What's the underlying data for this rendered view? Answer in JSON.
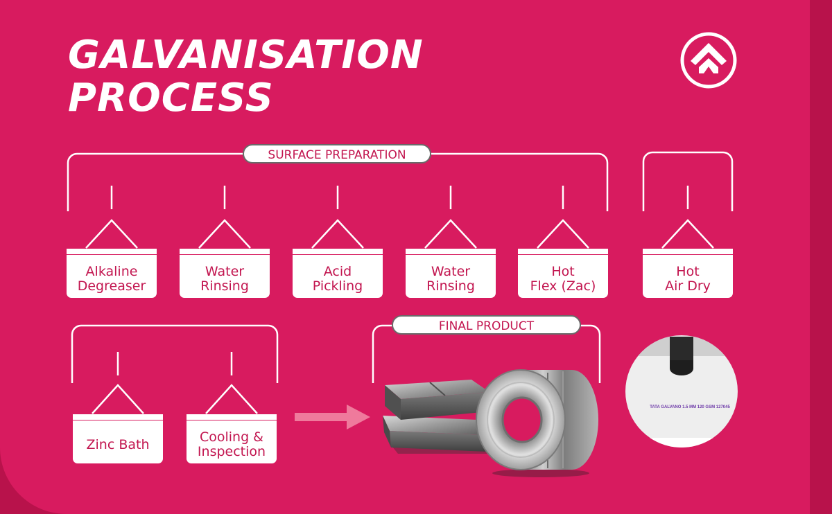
{
  "title": {
    "line1": "GALVANISATION",
    "line2": "PROCESS"
  },
  "groups": {
    "surface_preparation": "SURFACE PREPARATION",
    "final_product": "FINAL PRODUCT"
  },
  "steps": {
    "alkaline_degreaser": [
      "Alkaline",
      "Degreaser"
    ],
    "water_rinsing_1": [
      "Water",
      "Rinsing"
    ],
    "acid_pickling": [
      "Acid",
      "Pickling"
    ],
    "water_rinsing_2": [
      "Water",
      "Rinsing"
    ],
    "hot_flex": [
      "Hot",
      "Flex (Zac)"
    ],
    "hot_air_dry": [
      "Hot",
      "Air Dry"
    ],
    "zinc_bath": [
      "Zinc Bath"
    ],
    "cooling_inspection": [
      "Cooling &",
      "Inspection"
    ]
  },
  "product_stamp": "TATA GALVANO 1.5 MM 120 GSM 127045",
  "colors": {
    "background": "#d81b5f",
    "corner": "#b8124b",
    "line": "#ffffff",
    "label_text": "#c2154f",
    "arrow": "#ef7a9c",
    "stamp_text": "#6d3aa8"
  },
  "icons": [
    "house-logo-icon",
    "process-flow-arrow-icon",
    "steel-sheets-image",
    "steel-coil-image",
    "stamped-sheet-image"
  ]
}
